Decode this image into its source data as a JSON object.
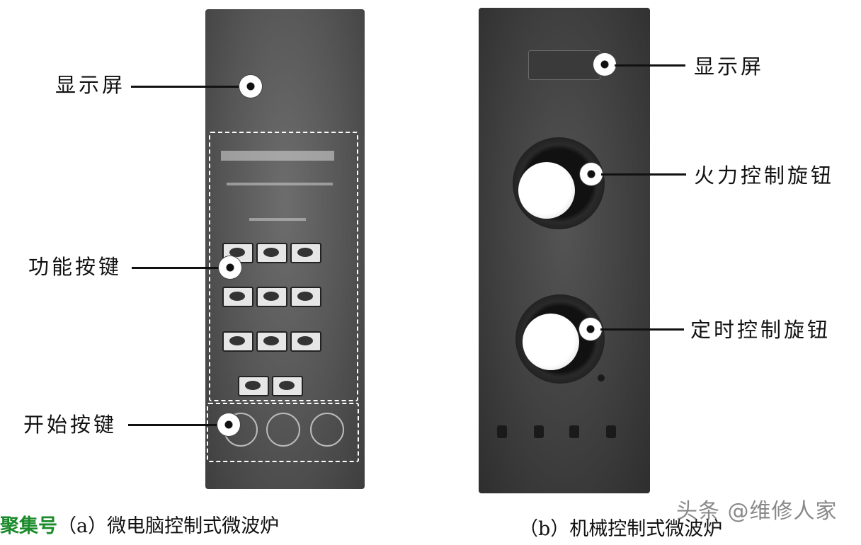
{
  "figure_a": {
    "labels": {
      "display": "显示屏",
      "function_keys": "功能按键",
      "start_keys": "开始按键"
    },
    "caption": {
      "source": "聚集号",
      "text": "（a）微电脑控制式微波炉"
    }
  },
  "figure_b": {
    "labels": {
      "display": "显示屏",
      "power_knob": "火力控制旋钮",
      "timer_knob": "定时控制旋钮"
    },
    "caption": {
      "text": "（b）机械控制式微波炉"
    }
  },
  "watermark": "头条 @维修人家",
  "colors": {
    "source_label": "#1a8a2a",
    "marker_fill": "#ffffff",
    "leader_line": "#111111"
  }
}
